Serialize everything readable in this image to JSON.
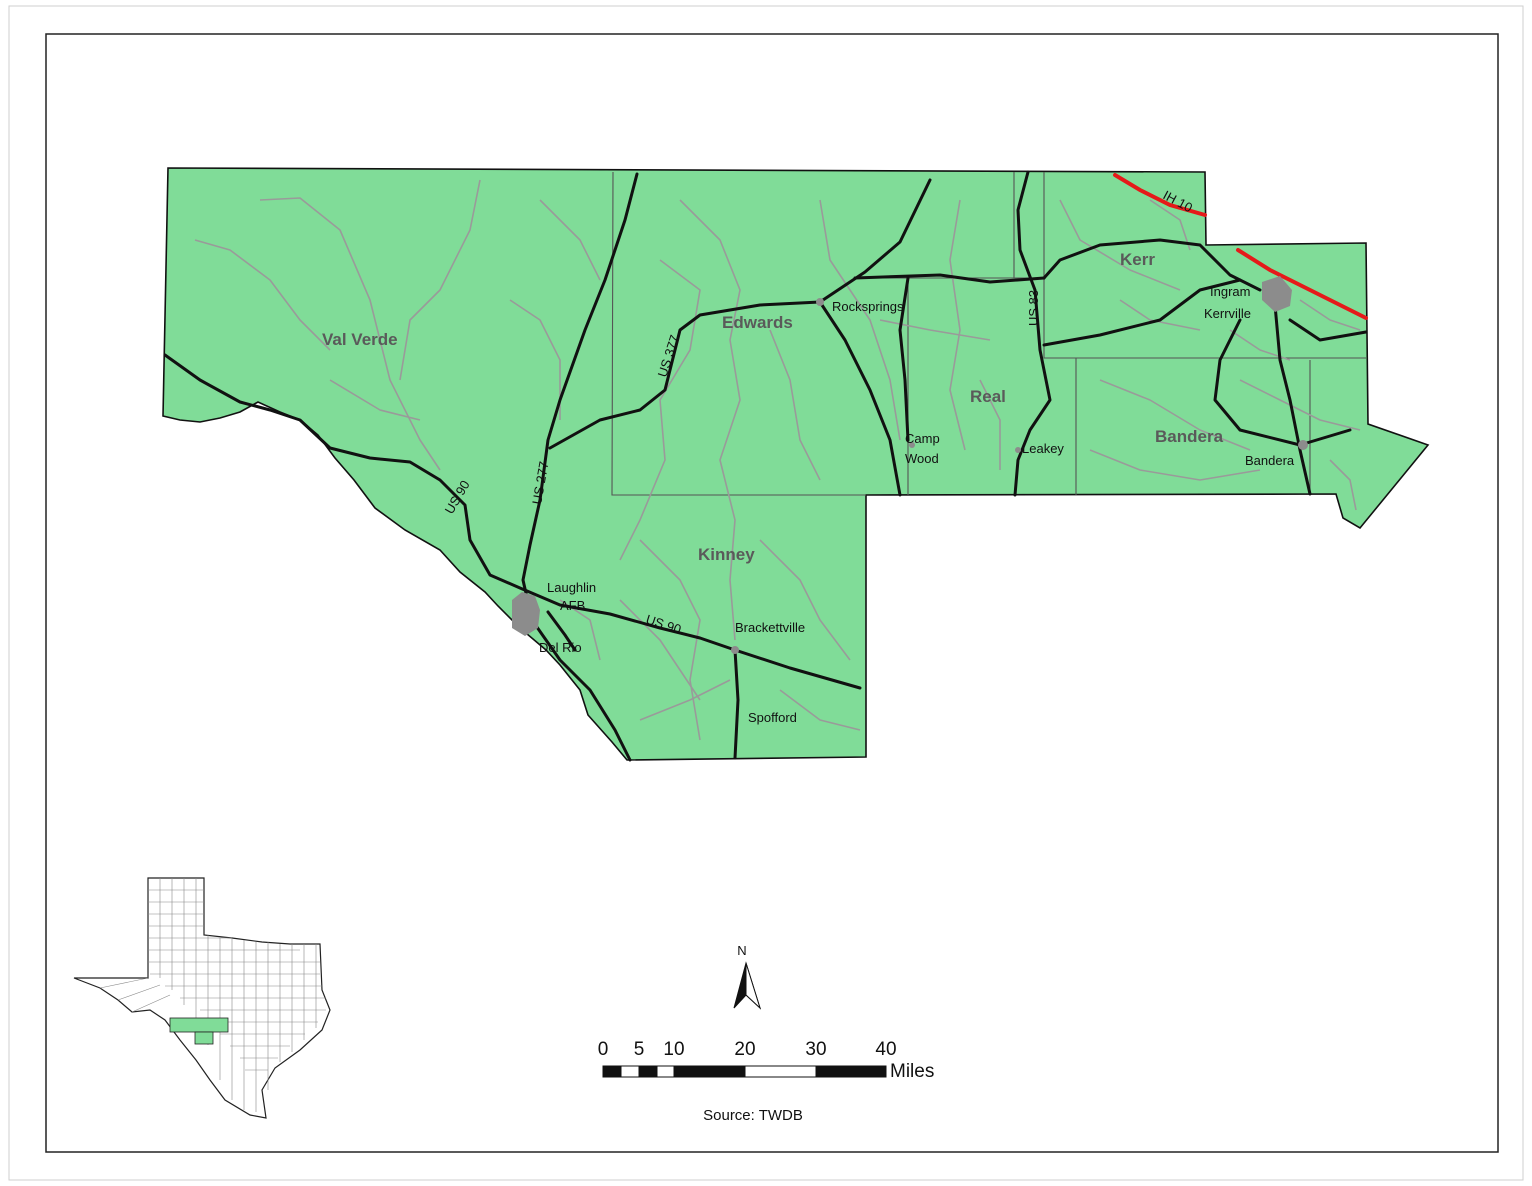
{
  "colors": {
    "region_fill": "#80dc98",
    "county_line": "#555555",
    "major_road": "#111111",
    "minor_road": "#9a9a9a",
    "interstate": "#e51a1a",
    "city_fill": "#8c8c8c"
  },
  "counties": [
    {
      "id": "val-verde",
      "label": "Val Verde"
    },
    {
      "id": "edwards",
      "label": "Edwards"
    },
    {
      "id": "kerr",
      "label": "Kerr"
    },
    {
      "id": "real",
      "label": "Real"
    },
    {
      "id": "bandera",
      "label": "Bandera"
    },
    {
      "id": "kinney",
      "label": "Kinney"
    }
  ],
  "cities": [
    {
      "id": "rocksprings",
      "label": "Rocksprings"
    },
    {
      "id": "ingram",
      "label": "Ingram"
    },
    {
      "id": "kerrville",
      "label": "Kerrville"
    },
    {
      "id": "camp-wood-1",
      "label": "Camp"
    },
    {
      "id": "camp-wood-2",
      "label": "Wood"
    },
    {
      "id": "leakey",
      "label": "Leakey"
    },
    {
      "id": "bandera",
      "label": "Bandera"
    },
    {
      "id": "laughlin-1",
      "label": "Laughlin"
    },
    {
      "id": "laughlin-2",
      "label": "AFB"
    },
    {
      "id": "del-rio",
      "label": "Del Rio"
    },
    {
      "id": "brackettville",
      "label": "Brackettville"
    },
    {
      "id": "spofford",
      "label": "Spofford"
    }
  ],
  "roads": [
    {
      "id": "ih-10",
      "label": "IH 10"
    },
    {
      "id": "us-377",
      "label": "US 377"
    },
    {
      "id": "us-83",
      "label": "US 83"
    },
    {
      "id": "us-277",
      "label": "US 277"
    },
    {
      "id": "us-90-west",
      "label": "US 90"
    },
    {
      "id": "us-90-east",
      "label": "US 90"
    }
  ],
  "north_arrow": {
    "label": "N"
  },
  "scale_bar": {
    "ticks": [
      "0",
      "5",
      "10",
      "20",
      "30",
      "40"
    ],
    "units": "Miles"
  },
  "source": "Source: TWDB"
}
